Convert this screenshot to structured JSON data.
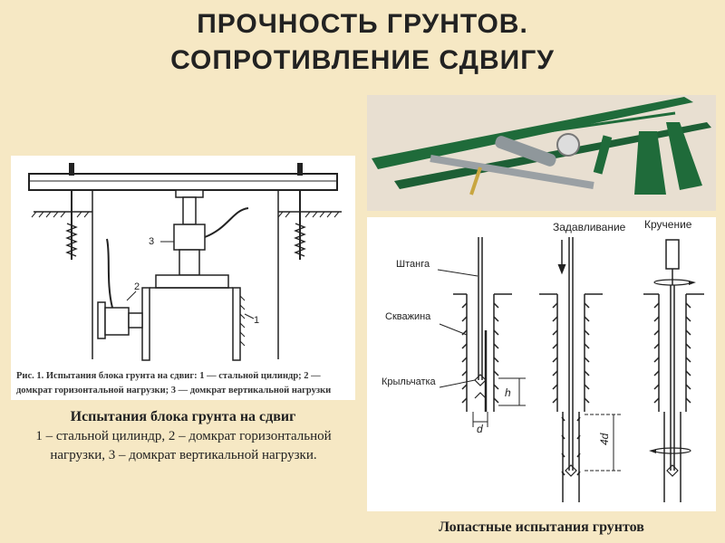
{
  "slide": {
    "title_line1": "ПРОЧНОСТЬ   ГРУНТОВ.",
    "title_line2": "СОПРОТИВЛЕНИЕ СДВИГУ"
  },
  "shear_test": {
    "figure_caption_line1": "Рис. 1. Испытания блока грунта на сдвиг: 1 — стальной цилиндр; 2 —",
    "figure_caption_line2": "домкрат горизонтальной нагрузки; 3 — домкрат вертикальной нагрузки",
    "label_1": "1",
    "label_2": "2",
    "label_3": "3",
    "caption_title": "Испытания блока грунта на сдвиг",
    "caption_body": "1 – стальной цилиндр, 2 – домкрат горизонтальной нагрузки, 3 – домкрат вертикальной нагрузки."
  },
  "vane_test": {
    "label_pressing": "Задавливание",
    "label_torsion": "Кручение",
    "label_rod": "Штанга",
    "label_borehole": "Скважина",
    "label_vane": "Крыльчатка",
    "dim_h": "h",
    "dim_d": "d",
    "dim_4d": "4d",
    "caption": "Лопастные испытания грунтов"
  },
  "colors": {
    "background": "#f6e8c4",
    "tool_green": "#1f6b3a",
    "drawing_line": "#222222"
  }
}
